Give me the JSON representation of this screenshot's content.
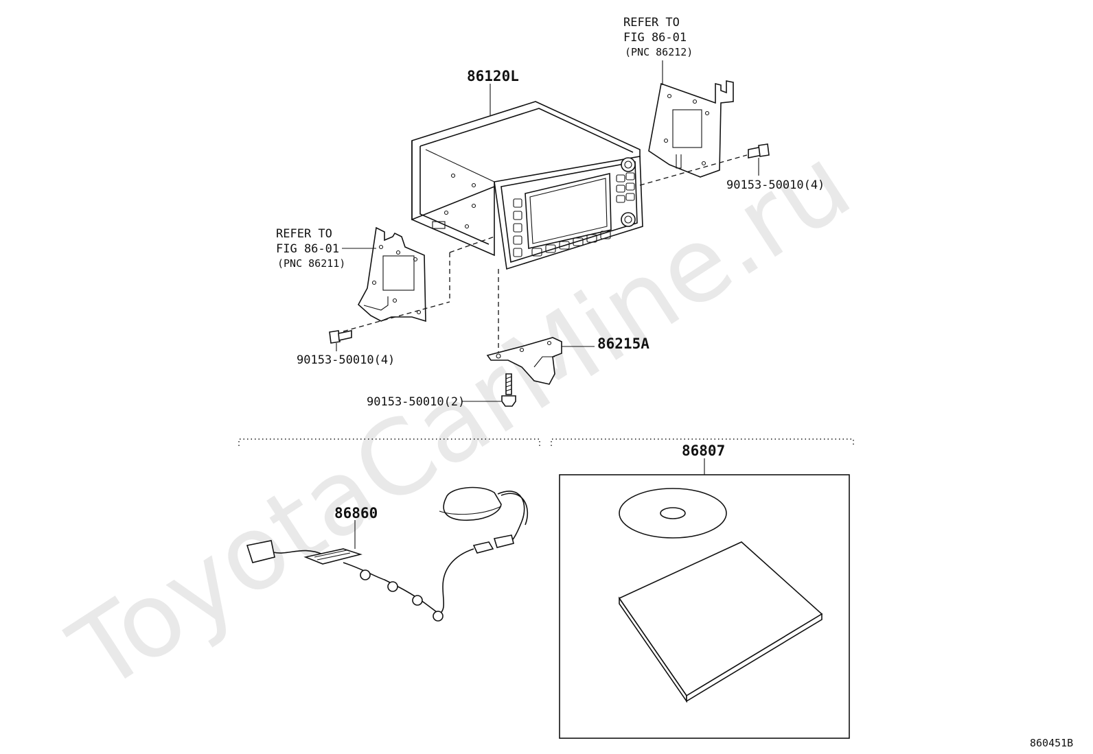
{
  "watermark": "ToyotaCarMine.ru",
  "diagram_id": "860451B",
  "labels": {
    "receiver": "86120L",
    "bracket_right_ref1": "REFER TO",
    "bracket_right_ref2": "FIG 86-01",
    "bracket_right_ref3": "(PNC 86212)",
    "bracket_left_ref1": "REFER TO",
    "bracket_left_ref2": "FIG 86-01",
    "bracket_left_ref3": "(PNC 86211)",
    "screw_right": "90153-50010(4)",
    "screw_left": "90153-50010(4)",
    "bracket_bottom": "86215A",
    "screw_bottom": "90153-50010(2)",
    "antenna": "86860",
    "disc_kit": "86807"
  }
}
